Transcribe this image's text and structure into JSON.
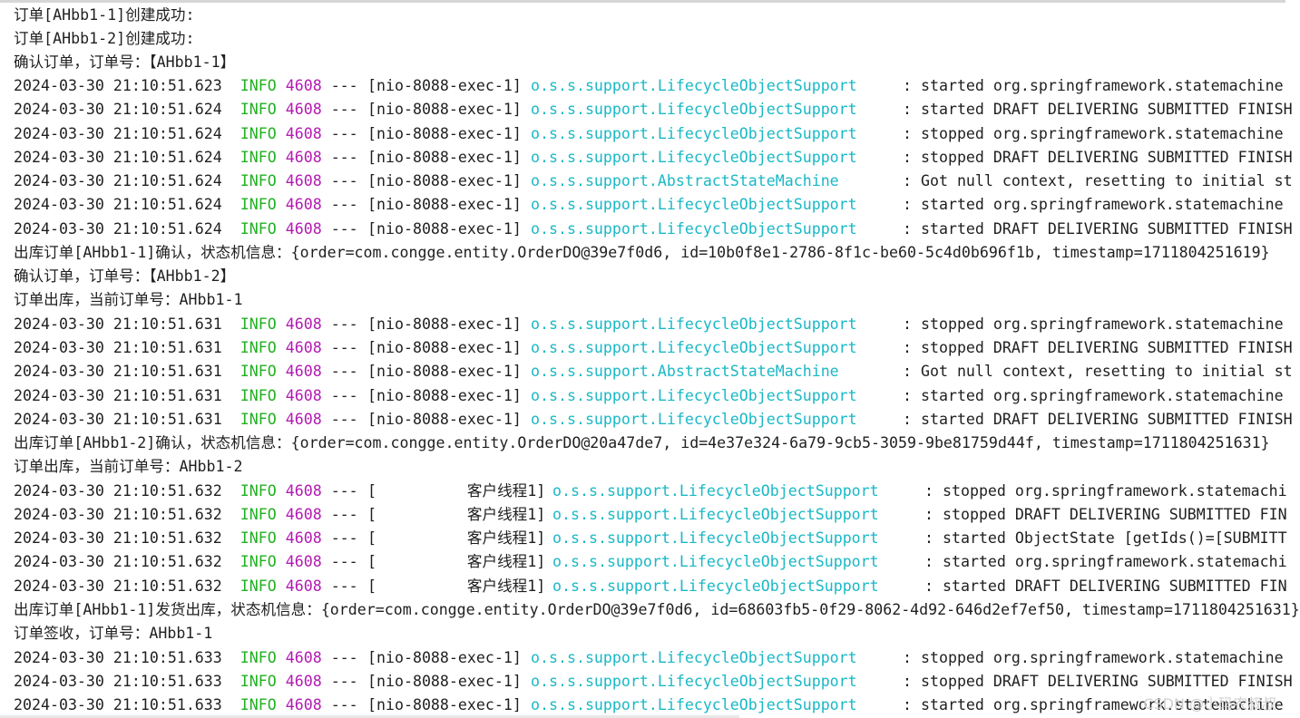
{
  "lines": [
    {
      "kind": "msg",
      "text": "订单[AHbb1-1]创建成功:"
    },
    {
      "kind": "msg",
      "text": "订单[AHbb1-2]创建成功:"
    },
    {
      "kind": "msg",
      "text": "确认订单，订单号：【AHbb1-1】"
    },
    {
      "kind": "log",
      "date": "2024-03-30 21:10:51.623",
      "level": "INFO",
      "pid": "4608",
      "sep": " --- ",
      "thread": "[nio-8088-exec-1]",
      "logger": "o.s.s.support.LifecycleObjectSupport",
      "message": ": started org.springframework.statemachine"
    },
    {
      "kind": "log",
      "date": "2024-03-30 21:10:51.624",
      "level": "INFO",
      "pid": "4608",
      "sep": " --- ",
      "thread": "[nio-8088-exec-1]",
      "logger": "o.s.s.support.LifecycleObjectSupport",
      "message": ": started DRAFT DELIVERING SUBMITTED FINISH"
    },
    {
      "kind": "log",
      "date": "2024-03-30 21:10:51.624",
      "level": "INFO",
      "pid": "4608",
      "sep": " --- ",
      "thread": "[nio-8088-exec-1]",
      "logger": "o.s.s.support.LifecycleObjectSupport",
      "message": ": stopped org.springframework.statemachine"
    },
    {
      "kind": "log",
      "date": "2024-03-30 21:10:51.624",
      "level": "INFO",
      "pid": "4608",
      "sep": " --- ",
      "thread": "[nio-8088-exec-1]",
      "logger": "o.s.s.support.LifecycleObjectSupport",
      "message": ": stopped DRAFT DELIVERING SUBMITTED FINISH"
    },
    {
      "kind": "log",
      "date": "2024-03-30 21:10:51.624",
      "level": "INFO",
      "pid": "4608",
      "sep": " --- ",
      "thread": "[nio-8088-exec-1]",
      "logger": "o.s.s.support.AbstractStateMachine",
      "message": ": Got null context, resetting to initial st"
    },
    {
      "kind": "log",
      "date": "2024-03-30 21:10:51.624",
      "level": "INFO",
      "pid": "4608",
      "sep": " --- ",
      "thread": "[nio-8088-exec-1]",
      "logger": "o.s.s.support.LifecycleObjectSupport",
      "message": ": started org.springframework.statemachine"
    },
    {
      "kind": "log",
      "date": "2024-03-30 21:10:51.624",
      "level": "INFO",
      "pid": "4608",
      "sep": " --- ",
      "thread": "[nio-8088-exec-1]",
      "logger": "o.s.s.support.LifecycleObjectSupport",
      "message": ": started DRAFT DELIVERING SUBMITTED FINISH"
    },
    {
      "kind": "msg",
      "text": "出库订单[AHbb1-1]确认，状态机信息：{order=com.congge.entity.OrderDO@39e7f0d6, id=10b0f8e1-2786-8f1c-be60-5c4d0b696f1b, timestamp=1711804251619}"
    },
    {
      "kind": "msg",
      "text": "确认订单，订单号：【AHbb1-2】"
    },
    {
      "kind": "msg",
      "text": "订单出库，当前订单号：AHbb1-1"
    },
    {
      "kind": "log",
      "date": "2024-03-30 21:10:51.631",
      "level": "INFO",
      "pid": "4608",
      "sep": " --- ",
      "thread": "[nio-8088-exec-1]",
      "logger": "o.s.s.support.LifecycleObjectSupport",
      "message": ": stopped org.springframework.statemachine"
    },
    {
      "kind": "log",
      "date": "2024-03-30 21:10:51.631",
      "level": "INFO",
      "pid": "4608",
      "sep": " --- ",
      "thread": "[nio-8088-exec-1]",
      "logger": "o.s.s.support.LifecycleObjectSupport",
      "message": ": stopped DRAFT DELIVERING SUBMITTED FINISH"
    },
    {
      "kind": "log",
      "date": "2024-03-30 21:10:51.631",
      "level": "INFO",
      "pid": "4608",
      "sep": " --- ",
      "thread": "[nio-8088-exec-1]",
      "logger": "o.s.s.support.AbstractStateMachine",
      "message": ": Got null context, resetting to initial st"
    },
    {
      "kind": "log",
      "date": "2024-03-30 21:10:51.631",
      "level": "INFO",
      "pid": "4608",
      "sep": " --- ",
      "thread": "[nio-8088-exec-1]",
      "logger": "o.s.s.support.LifecycleObjectSupport",
      "message": ": started org.springframework.statemachine"
    },
    {
      "kind": "log",
      "date": "2024-03-30 21:10:51.631",
      "level": "INFO",
      "pid": "4608",
      "sep": " --- ",
      "thread": "[nio-8088-exec-1]",
      "logger": "o.s.s.support.LifecycleObjectSupport",
      "message": ": started DRAFT DELIVERING SUBMITTED FINISH"
    },
    {
      "kind": "msg",
      "text": "出库订单[AHbb1-2]确认，状态机信息：{order=com.congge.entity.OrderDO@20a47de7, id=4e37e324-6a79-9cb5-3059-9be81759d44f, timestamp=1711804251631}"
    },
    {
      "kind": "msg",
      "text": "订单出库，当前订单号：AHbb1-2"
    },
    {
      "kind": "log",
      "date": "2024-03-30 21:10:51.632",
      "level": "INFO",
      "pid": "4608",
      "sep": " --- ",
      "thread": "[          客户线程1]",
      "logger": "o.s.s.support.LifecycleObjectSupport",
      "message": ": stopped org.springframework.statemachi"
    },
    {
      "kind": "log",
      "date": "2024-03-30 21:10:51.632",
      "level": "INFO",
      "pid": "4608",
      "sep": " --- ",
      "thread": "[          客户线程1]",
      "logger": "o.s.s.support.LifecycleObjectSupport",
      "message": ": stopped DRAFT DELIVERING SUBMITTED FIN"
    },
    {
      "kind": "log",
      "date": "2024-03-30 21:10:51.632",
      "level": "INFO",
      "pid": "4608",
      "sep": " --- ",
      "thread": "[          客户线程1]",
      "logger": "o.s.s.support.LifecycleObjectSupport",
      "message": ": started ObjectState [getIds()=[SUBMITT"
    },
    {
      "kind": "log",
      "date": "2024-03-30 21:10:51.632",
      "level": "INFO",
      "pid": "4608",
      "sep": " --- ",
      "thread": "[          客户线程1]",
      "logger": "o.s.s.support.LifecycleObjectSupport",
      "message": ": started org.springframework.statemachi"
    },
    {
      "kind": "log",
      "date": "2024-03-30 21:10:51.632",
      "level": "INFO",
      "pid": "4608",
      "sep": " --- ",
      "thread": "[          客户线程1]",
      "logger": "o.s.s.support.LifecycleObjectSupport",
      "message": ": started DRAFT DELIVERING SUBMITTED FIN"
    },
    {
      "kind": "msg",
      "text": "出库订单[AHbb1-1]发货出库，状态机信息：{order=com.congge.entity.OrderDO@39e7f0d6, id=68603fb5-0f29-8062-4d92-646d2ef7ef50, timestamp=1711804251631}"
    },
    {
      "kind": "msg",
      "text": "订单签收，订单号：AHbb1-1"
    },
    {
      "kind": "log",
      "date": "2024-03-30 21:10:51.633",
      "level": "INFO",
      "pid": "4608",
      "sep": " --- ",
      "thread": "[nio-8088-exec-1]",
      "logger": "o.s.s.support.LifecycleObjectSupport",
      "message": ": stopped org.springframework.statemachine"
    },
    {
      "kind": "log",
      "date": "2024-03-30 21:10:51.633",
      "level": "INFO",
      "pid": "4608",
      "sep": " --- ",
      "thread": "[nio-8088-exec-1]",
      "logger": "o.s.s.support.LifecycleObjectSupport",
      "message": ": stopped DRAFT DELIVERING SUBMITTED FINISH"
    },
    {
      "kind": "log",
      "date": "2024-03-30 21:10:51.633",
      "level": "INFO",
      "pid": "4608",
      "sep": " --- ",
      "thread": "[nio-8088-exec-1]",
      "logger": "o.s.s.support.LifecycleObjectSupport",
      "message": ": started org.springframework.statemachine"
    }
  ],
  "watermark": "CSDN @小码农叔叔",
  "colors": {
    "info": "#21b021",
    "pid": "#b21ab2",
    "logger": "#1ab8c6",
    "text": "#1f1f1f"
  }
}
